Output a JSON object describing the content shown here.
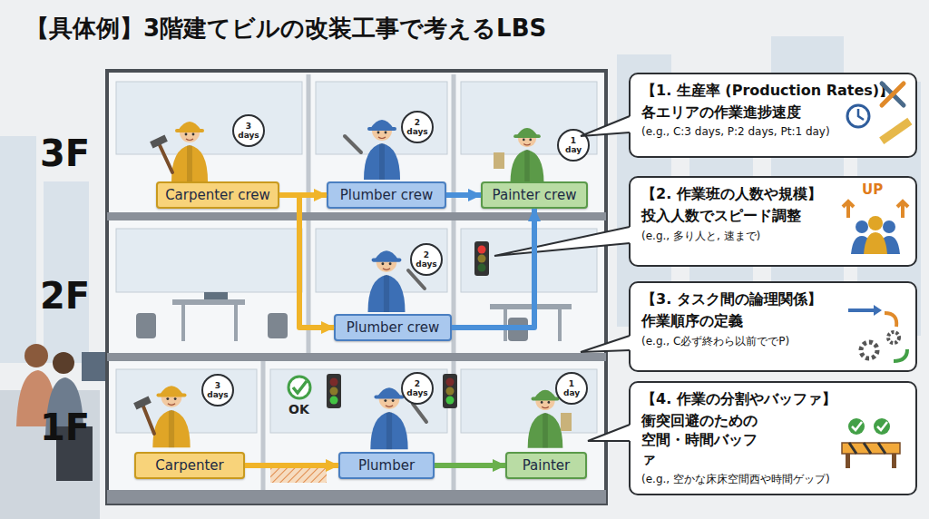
{
  "diagram": {
    "title": "【具体例】3階建てビルの改装工事で考えるLBS",
    "nodes": [
      {
        "text": [
          "3 days"
        ]
      },
      {
        "text": [
          "Carpenter crew"
        ]
      },
      {
        "text": [
          "2 days"
        ]
      },
      {
        "text": [
          "Plumber crew"
        ]
      },
      {
        "text": [
          "1 day"
        ]
      },
      {
        "text": [
          "Painter crew"
        ]
      },
      {
        "text": [
          "2 days"
        ]
      },
      {
        "text": [
          "Plumber crew"
        ]
      },
      {
        "text": [
          "3 days"
        ]
      },
      {
        "text": [
          "Carpenter"
        ]
      },
      {
        "text": [
          "2 days"
        ]
      },
      {
        "text": [
          "Plumber"
        ]
      },
      {
        "text": [
          "1 day"
        ]
      },
      {
        "text": [
          "Painter"
        ]
      },
      {
        "text": [
          "【1. 生産率 (Production Rates)】",
          "各エリアの作業進捗速度",
          "(e.g., C:3 days, P:2 days, Pt:1 day)"
        ]
      },
      {
        "text": [
          "【2. 作業班の人数や規模】",
          "投入人数でスピード調整",
          "(e.g., 多り人と, 速まで)"
        ]
      },
      {
        "text": [
          "【3. タスク間の論理関係】",
          "作業順序の定義",
          "(e.g., C必ず終わら以前ででP)"
        ]
      },
      {
        "text": [
          "【4. 作業の分割やバッファ】",
          "衝突回避のための 空間・時間バッファ",
          "(e.g., 空かな床床空間西や時間ゲップ)"
        ]
      }
    ],
    "edges": [
      {
        "from": 1,
        "to": 3,
        "arrow": "to"
      },
      {
        "from": 1,
        "to": 7,
        "arrow": "to"
      },
      {
        "from": 3,
        "to": 5,
        "arrow": "to"
      },
      {
        "from": 7,
        "to": 5,
        "arrow": "to"
      },
      {
        "from": 9,
        "to": 11,
        "arrow": "to"
      },
      {
        "from": 11,
        "to": 13,
        "arrow": "to"
      }
    ],
    "labels": [
      "3F",
      "2F",
      "1F",
      "OK",
      "UP"
    ]
  }
}
